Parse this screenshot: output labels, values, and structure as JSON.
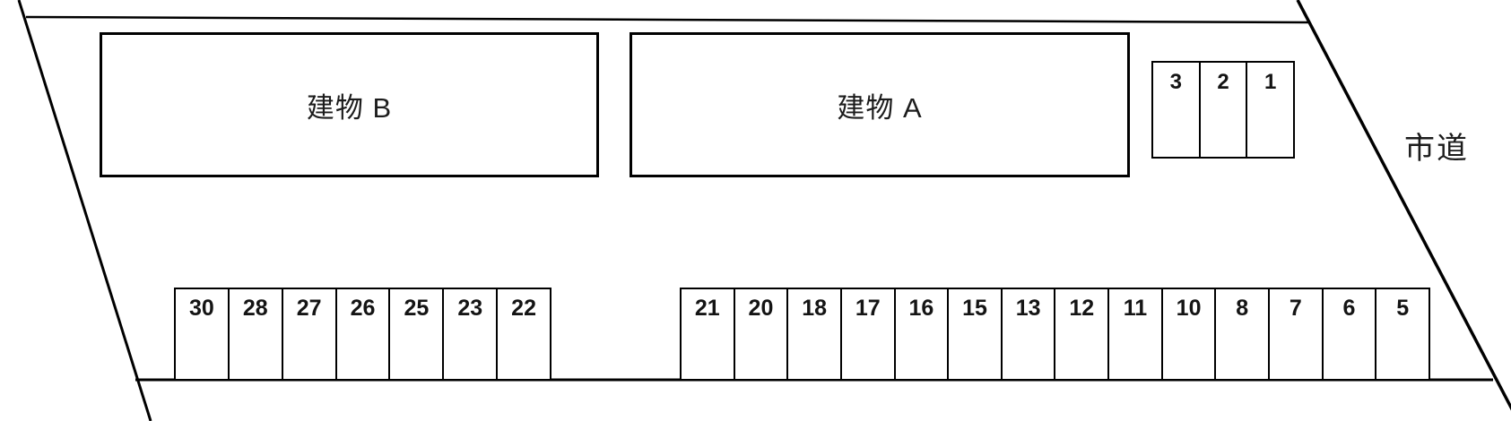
{
  "road": {
    "label": "市道"
  },
  "buildings": {
    "b": {
      "label": "建物 B"
    },
    "a": {
      "label": "建物 A"
    }
  },
  "parking": {
    "top_row": [
      "3",
      "2",
      "1"
    ],
    "bottom_left_row": [
      "30",
      "28",
      "27",
      "26",
      "25",
      "23",
      "22"
    ],
    "bottom_right_row": [
      "21",
      "20",
      "18",
      "17",
      "16",
      "15",
      "13",
      "12",
      "11",
      "10",
      "8",
      "7",
      "6",
      "5"
    ]
  },
  "colors": {
    "line": "#000000",
    "background": "#ffffff"
  }
}
